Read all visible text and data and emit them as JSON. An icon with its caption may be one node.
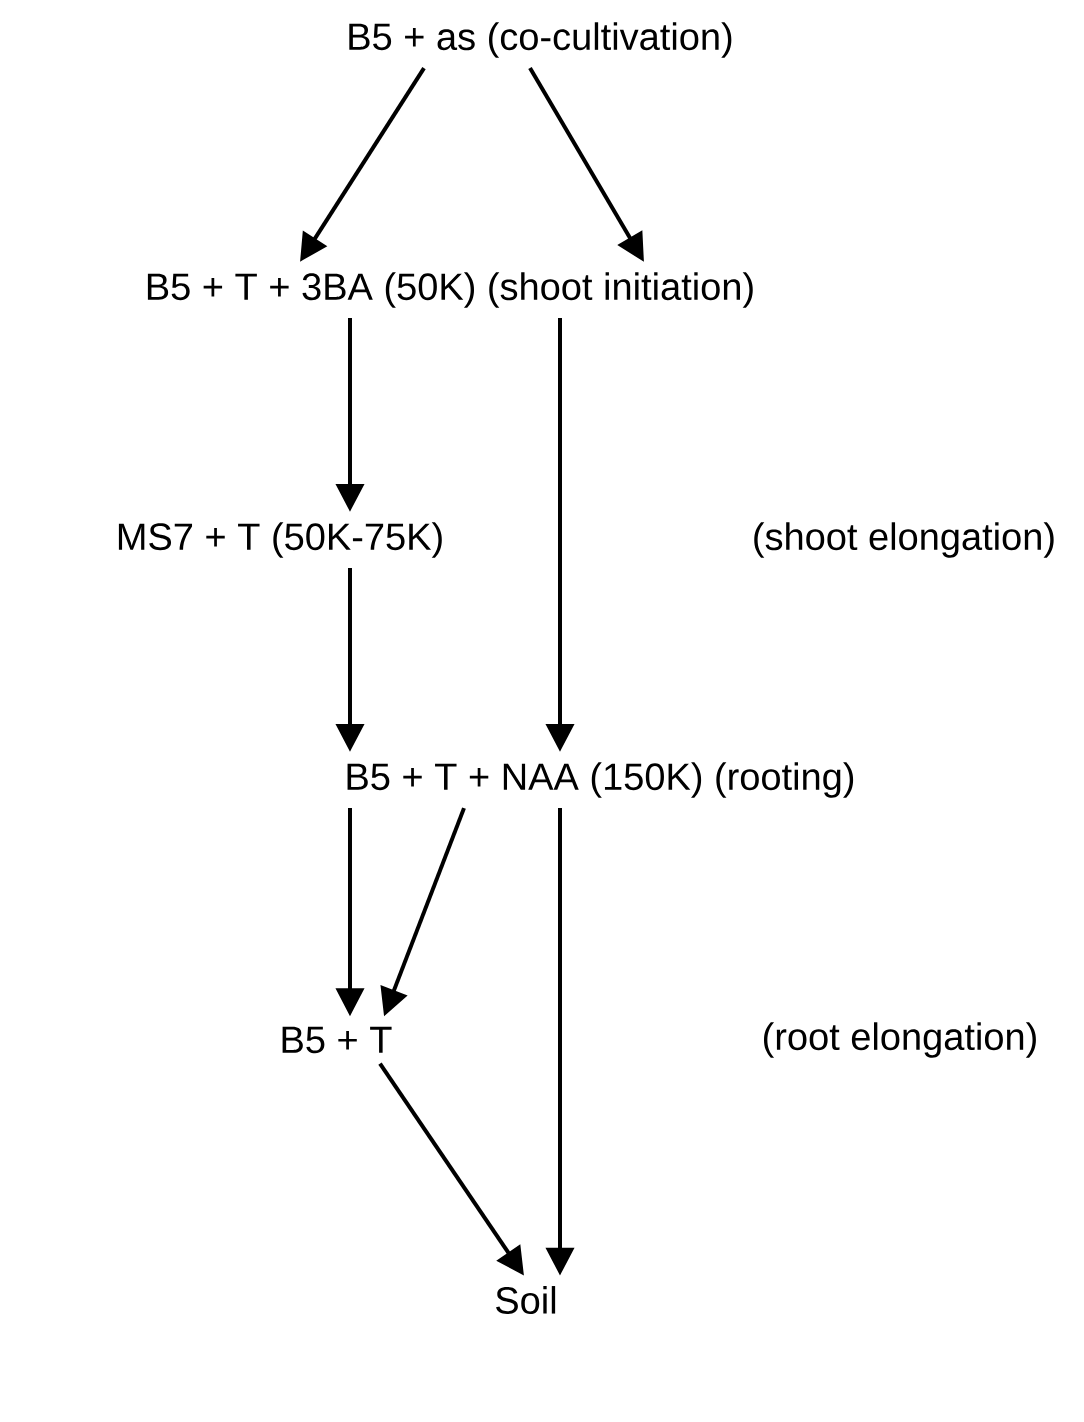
{
  "diagram": {
    "nodes": [
      {
        "text": [
          "B5 + as (co-cultivation)"
        ]
      },
      {
        "text": [
          "B5 + T + 3BA (50K) (shoot initiation)"
        ]
      },
      {
        "text": [
          "MS7 + T (50K-75K)"
        ]
      },
      {
        "text": [
          "B5 + T + NAA (150K)  (rooting)"
        ]
      },
      {
        "text": [
          "B5 + T"
        ]
      },
      {
        "text": [
          "Soil"
        ]
      }
    ],
    "edges": [
      {
        "from": 0,
        "to": 1,
        "arrow": "to"
      },
      {
        "from": 0,
        "to": 1,
        "arrow": "to"
      },
      {
        "from": 1,
        "to": 2,
        "arrow": "to"
      },
      {
        "from": 1,
        "to": 3,
        "arrow": "to"
      },
      {
        "from": 2,
        "to": 3,
        "arrow": "to"
      },
      {
        "from": 3,
        "to": 4,
        "arrow": "to"
      },
      {
        "from": 3,
        "to": 4,
        "arrow": "to"
      },
      {
        "from": 3,
        "to": 5,
        "arrow": "to"
      },
      {
        "from": 4,
        "to": 5,
        "arrow": "to"
      }
    ],
    "labels": [
      "(shoot elongation)",
      "(root elongation)"
    ]
  }
}
